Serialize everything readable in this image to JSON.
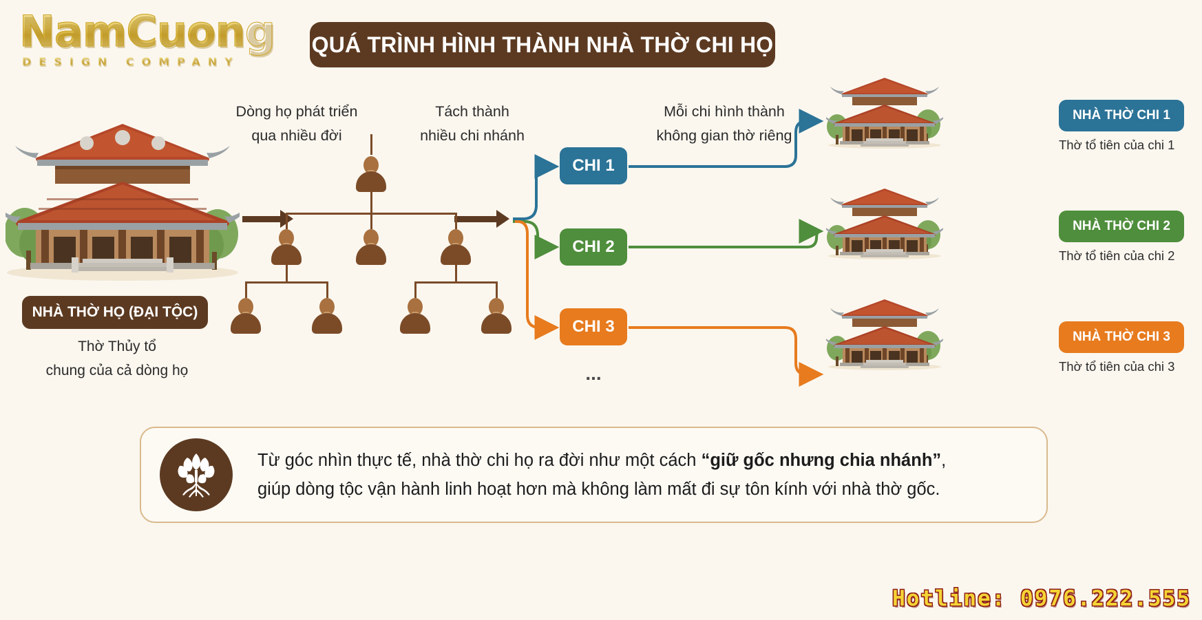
{
  "brand": {
    "name": "NamCuong",
    "tagline": "DESIGN COMPANY",
    "gold": "#D4AF37"
  },
  "header": {
    "title": "QUÁ TRÌNH HÌNH THÀNH NHÀ THỜ CHI HỌ",
    "bar_color": "#5C3A21"
  },
  "main_node": {
    "badge": "NHÀ THỜ HỌ (ĐẠI TỘC)",
    "badge_color": "#5C3A21",
    "caption_line1": "Thờ Thủy tổ",
    "caption_line2": "chung của cả dòng họ",
    "icon": "ancestral-temple-illustration"
  },
  "steps": [
    {
      "id": "step-1",
      "line1": "Dòng họ phát triển",
      "line2": "qua nhiều đời"
    },
    {
      "id": "step-2",
      "line1": "Tách thành",
      "line2": "nhiều chi nhánh"
    },
    {
      "id": "step-3",
      "line1": "Mỗi chi hình thành",
      "line2": "không gian thờ riêng"
    }
  ],
  "family_tree": {
    "generations": [
      1,
      3,
      4
    ],
    "node_color": "#7B4B28",
    "head_color": "#A9713F"
  },
  "branches": [
    {
      "label": "CHI 1",
      "color": "#2B7397"
    },
    {
      "label": "CHI 2",
      "color": "#4F8E3C"
    },
    {
      "label": "CHI 3",
      "color": "#E77B1E"
    }
  ],
  "branch_ellipsis": "...",
  "branch_temples": [
    {
      "badge": "NHÀ THỜ CHI 1",
      "color": "#2B7397",
      "caption": "Thờ tổ tiên của chi 1"
    },
    {
      "badge": "NHÀ THỜ CHI 2",
      "color": "#4F8E3C",
      "caption": "Thờ tổ tiên của chi 2"
    },
    {
      "badge": "NHÀ THỜ CHI 3",
      "color": "#E77B1E",
      "caption": "Thờ tổ tiên của chi 3"
    }
  ],
  "note": {
    "icon": "family-tree-roots-icon",
    "line1_before": "Từ góc nhìn thực tế, nhà thờ chi họ ra đời như một cách ",
    "line1_bold": "“giữ gốc nhưng chia nhánh”",
    "line1_after": ",",
    "line2": "giúp dòng tộc vận hành linh hoạt hơn mà không làm mất đi sự tôn kính với nhà thờ gốc.",
    "border_color": "#D9B98C"
  },
  "footer": {
    "hotline": "Hotline: 0976.222.555",
    "hotline_color": "#F5D335"
  },
  "background": "#FBF7EF"
}
